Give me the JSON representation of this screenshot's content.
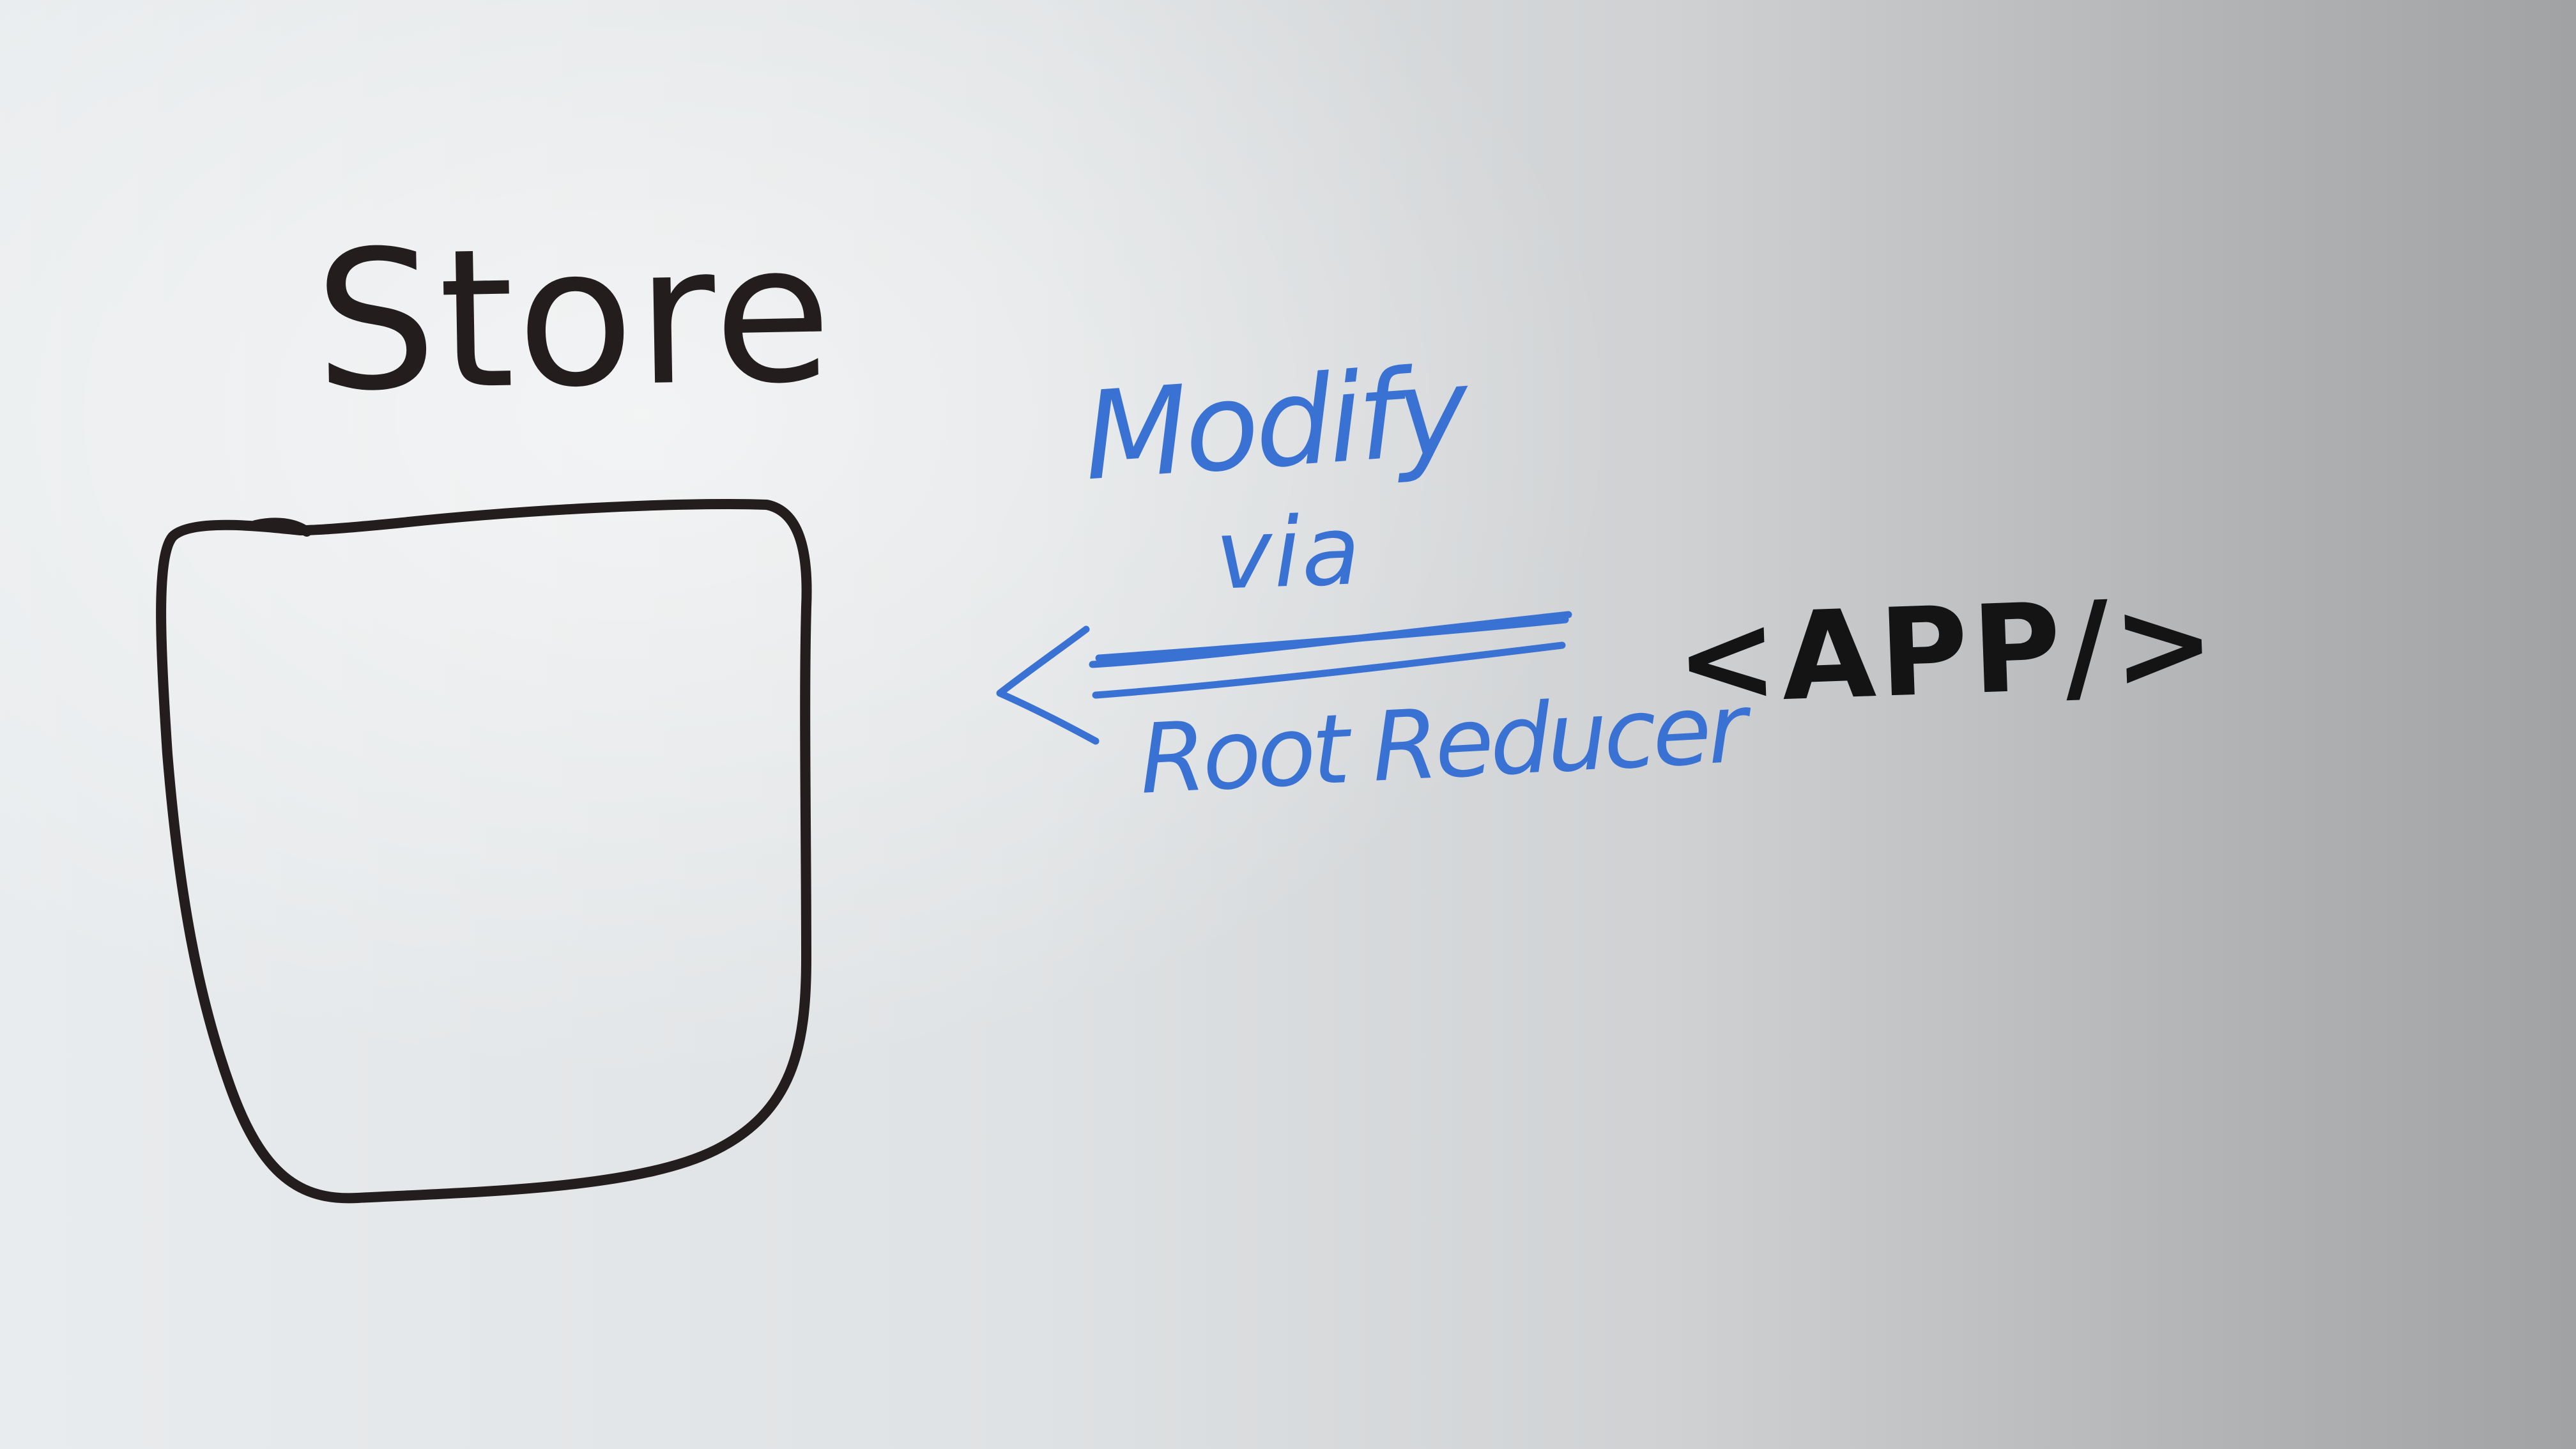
{
  "store": {
    "title": "Store"
  },
  "arrow": {
    "label_top_line1": "Modify",
    "label_top_line2": "via",
    "label_bottom": "Root Reducer"
  },
  "app": {
    "label": "<APP/>"
  },
  "colors": {
    "board": "#dfe2e4",
    "black_marker": "#231d1e",
    "blue_marker": "#3a72d4"
  }
}
